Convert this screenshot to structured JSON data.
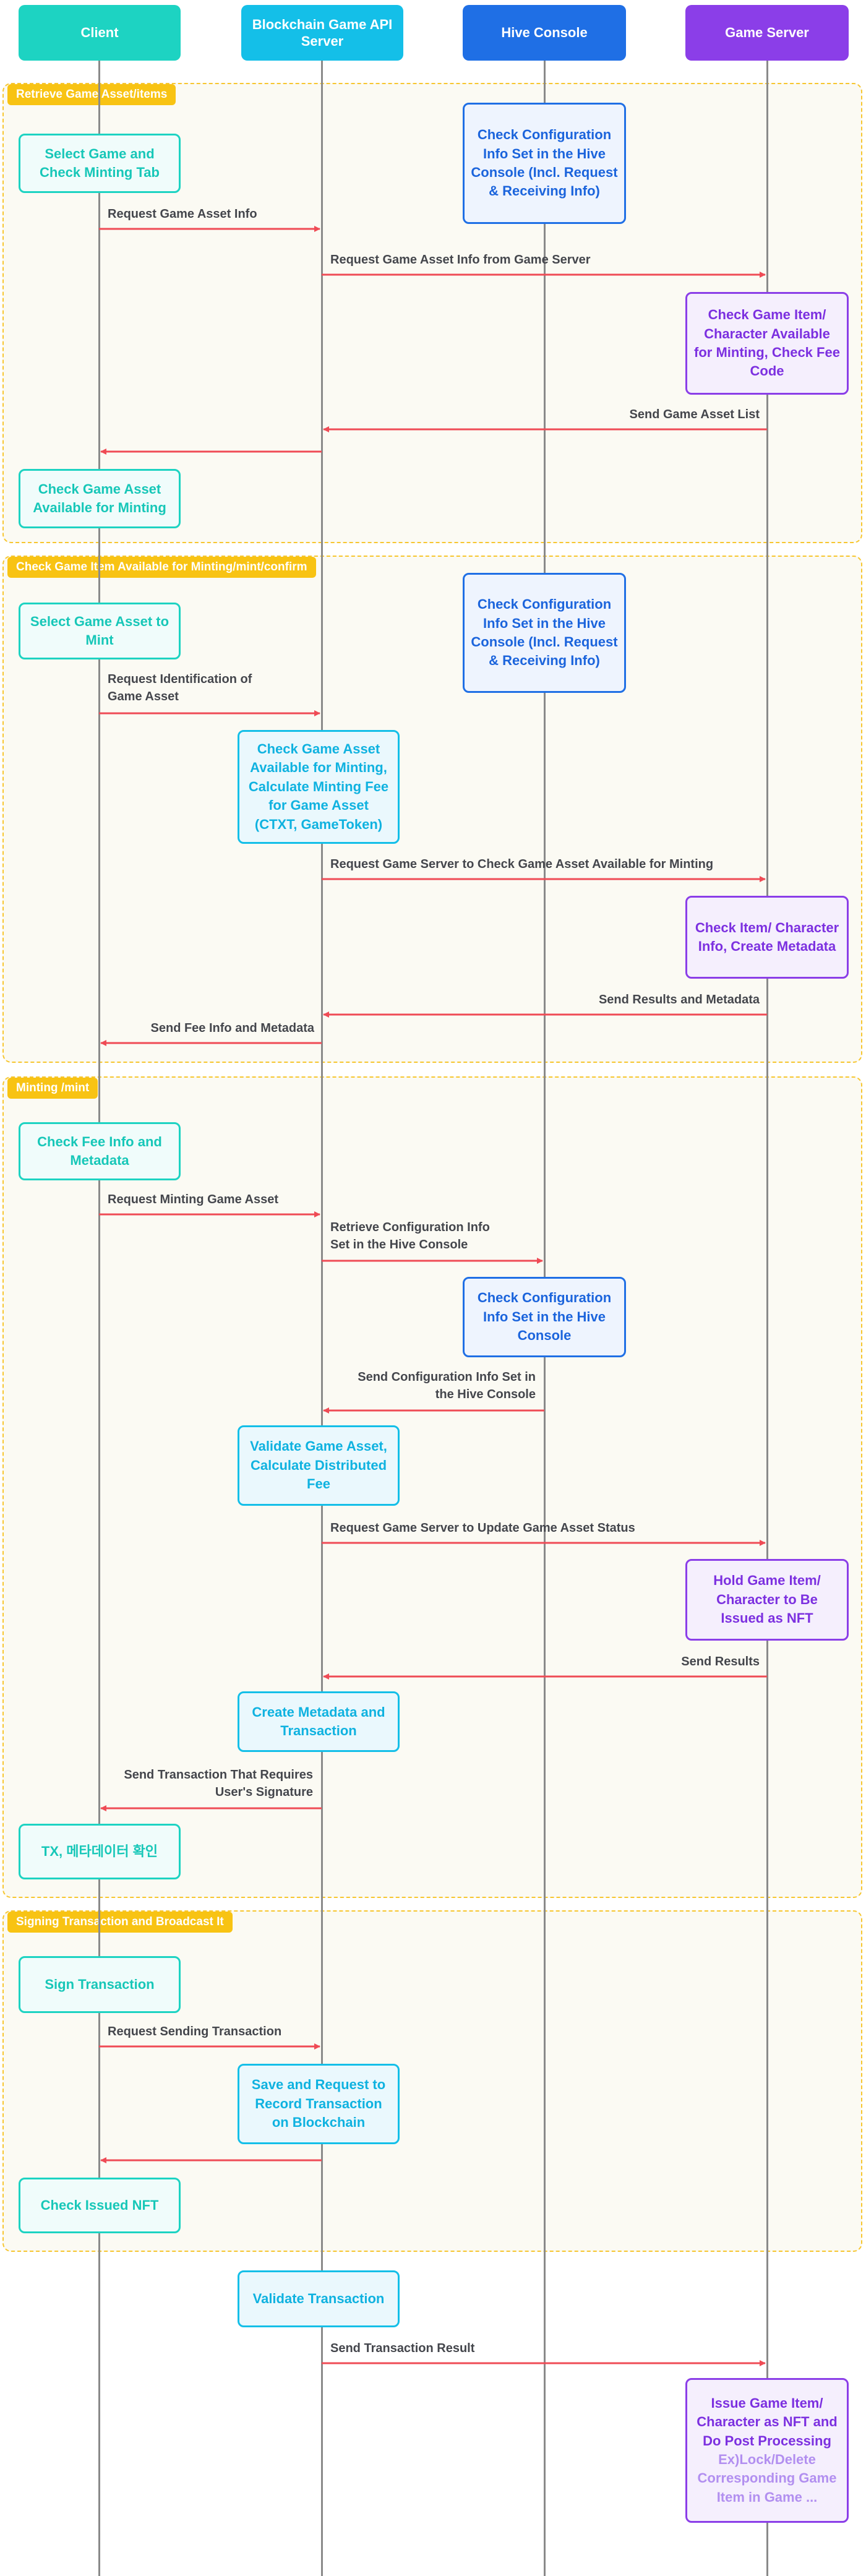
{
  "actors": {
    "client": "Client",
    "api": "Blockchain Game API Server",
    "hive": "Hive Console",
    "game": "Game Server"
  },
  "sections": {
    "s1": "Retrieve Game Asset/items",
    "s2": "Check Game Item Available for Minting/mint/confirm",
    "s3": "Minting /mint",
    "s4": "Signing Transaction and Broadcast It"
  },
  "boxes": {
    "select_game_tab": "Select Game and Check Minting Tab",
    "hive_config_1": "Check Configuration Info Set in the Hive Console (Incl. Request & Receiving Info)",
    "check_item_available_fee": "Check Game Item/ Character Available for Minting, Check Fee Code",
    "check_asset_available": "Check Game Asset Available for Minting",
    "select_asset_mint": "Select Game Asset to Mint",
    "hive_config_2": "Check Configuration Info Set in the Hive Console (Incl. Request & Receiving Info)",
    "check_asset_calc_fee": "Check Game Asset Available for Minting, Calculate Minting Fee for Game Asset (CTXT, GameToken)",
    "check_item_metadata": "Check Item/ Character Info, Create Metadata",
    "check_fee_metadata": "Check Fee Info and Metadata",
    "hive_config_3": "Check Configuration Info Set in the Hive Console",
    "validate_asset": "Validate Game Asset, Calculate Distributed Fee",
    "hold_item": "Hold Game Item/ Character to Be Issued as NFT",
    "create_metadata_tx": "Create Metadata and Transaction",
    "tx_confirm": "TX, 메타데이터 확인",
    "sign_tx": "Sign Transaction",
    "save_record": "Save and Request to Record Transaction on Blockchain",
    "check_nft": "Check Issued NFT",
    "validate_tx": "Validate Transaction",
    "issue_item": "Issue Game Item/ Character as NFT and Do Post Processing",
    "issue_item_note": "Ex)Lock/Delete Corresponding Game Item in Game ..."
  },
  "messages": {
    "m1": "Request Game Asset Info",
    "m2": "Request Game Asset Info from Game Server",
    "m3": "Send Game Asset List",
    "m4": "Request Identification of Game Asset",
    "m5": "Request Game Server to Check Game Asset Available for Minting",
    "m6": "Send Results and Metadata",
    "m7": "Send Fee Info and Metadata",
    "m8": "Request Minting Game Asset",
    "m9": "Retrieve Configuration Info Set in the Hive Console",
    "m10": "Send Configuration Info Set in the Hive Console",
    "m11": "Request Game Server to Update Game Asset Status",
    "m12": "Send Results",
    "m13": "Send Transaction That Requires User's Signature",
    "m14": "Request Sending Transaction",
    "m15": "Send Transaction Result"
  },
  "colors": {
    "client": "#1dd3c2",
    "api": "#14bfe8",
    "hive": "#1f6fe5",
    "game": "#8b3ee8",
    "section_border": "#f7c62f",
    "section_label": "#f8c313",
    "arrow": "#ef4b55"
  }
}
